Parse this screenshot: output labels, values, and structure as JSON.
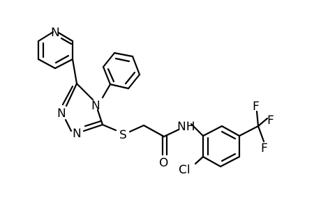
{
  "molecule": {
    "atom_labels": {
      "pyridine_n": "N",
      "triazole_n4": "N",
      "triazole_n1": "N",
      "triazole_n2": "N",
      "thioether_s": "S",
      "amide_o": "O",
      "amide_nh": "NH",
      "chloro": "Cl",
      "fluoro_top": "F",
      "fluoro_right": "F",
      "fluoro_bottom": "F"
    },
    "colors": {
      "bond": "#000000",
      "label": "#000000",
      "background": "#ffffff"
    }
  }
}
